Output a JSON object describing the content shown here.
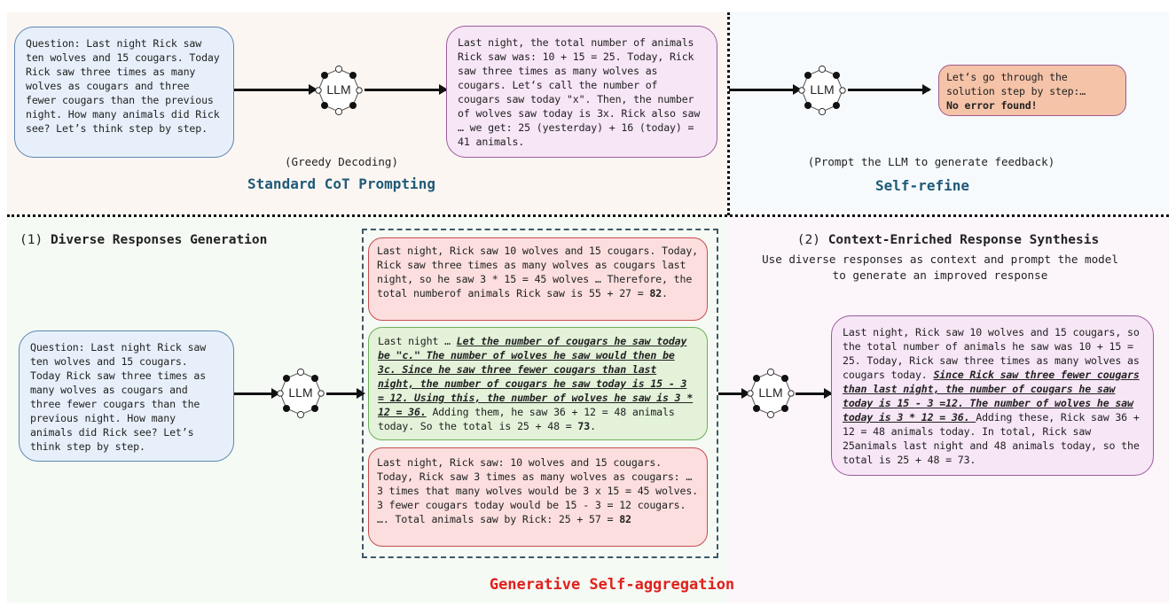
{
  "sections": {
    "standard_cot": {
      "question": "Question: Last night Rick saw ten wolves and 15 cougars. Today Rick saw three times as many wolves as cougars and three fewer cougars than the previous night. How many animals did Rick see? Let’s think step by step.",
      "model_label": "LLM",
      "response": "Last night, the total number of animals Rick saw was: 10 + 15 = 25. Today, Rick saw three times as many wolves as cougars. Let‘s call the number of cougars saw today \"x\". Then, the number of wolves saw today is 3x. Rick also saw … we get: 25 (yesterday) + 16 (today) = 41 animals.",
      "caption": "(Greedy Decoding)",
      "title": "Standard CoT Prompting"
    },
    "self_refine": {
      "model_label": "LLM",
      "feedback_text": "Let‘s go through the solution step by step:…",
      "feedback_bold": "No error found!",
      "caption": "(Prompt the LLM to generate feedback)",
      "title": "Self-refine"
    },
    "generation": {
      "step_number": "(1)",
      "step_label": "Diverse Responses Generation",
      "question": "Question: Last night Rick saw ten wolves and 15 cougars. Today Rick saw three times as many wolves as cougars and three fewer cougars than the previous night. How many animals did Rick see? Let’s think step by step.",
      "model_label": "LLM",
      "responses": [
        {
          "status": "incorrect",
          "pre": "Last night, Rick saw 10 wolves and 15 cougars. Today, Rick saw three times as many wolves as cougars last night, so he saw 3 * 15 = 45 wolves … Therefore, the total numberof animals Rick saw is 55 + 27 = ",
          "answer": "82",
          "post": "."
        },
        {
          "status": "correct",
          "pre": "Last night … ",
          "highlight": "Let the number of cougars he saw today be \"c.\" The number of wolves he saw would then be 3c. Since he saw three fewer cougars than last night, the number of cougars he saw today is 15 - 3 = 12. Using this, the number of wolves he saw is 3 * 12 = 36.",
          "mid": " Adding them, he saw 36 + 12 = 48 animals today. So the total is 25 + 48 = ",
          "answer": "73",
          "post": "."
        },
        {
          "status": "incorrect",
          "pre": "Last night, Rick saw: 10 wolves and 15 cougars. Today, Rick saw 3 times as many wolves as cougars: … 3 times that many wolves would be 3 x 15 = 45 wolves. 3 fewer cougars today would be 15 - 3 = 12 cougars. …. Total animals saw by Rick: 25 + 57 = ",
          "answer": "82",
          "post": ""
        }
      ]
    },
    "synthesis": {
      "step_number": "(2)",
      "step_label": "Context-Enriched Response Synthesis",
      "description": "Use diverse responses as context and prompt the model to generate an improved response",
      "model_label": "LLM",
      "response_pre": "Last night, Rick saw 10 wolves and 15 cougars, so the total number of animals he saw was 10 + 15 = 25. Today, Rick saw three times as many wolves as cougars today. ",
      "response_highlight": "Since Rick saw three fewer cougars than last night, the number of cougars he saw today is 15 - 3 =12. The number of wolves he saw today is 3 * 12 = 36. ",
      "response_post": "Adding these, Rick saw 36 + 12 = 48 animals today. In total, Rick saw 25animals last night and 48 animals today, so the total is 25 + 48 = 73."
    },
    "method_title": "Generative Self-aggregation"
  },
  "colors": {
    "title_blue": "#1f5a78",
    "method_red": "#e0201c",
    "incorrect_fill": "#fcdede",
    "correct_fill": "#e3f2d9"
  }
}
